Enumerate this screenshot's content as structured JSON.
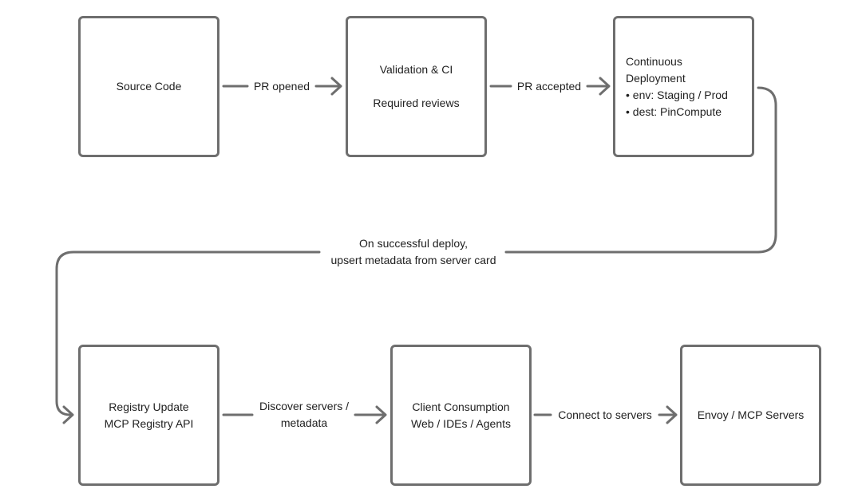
{
  "nodes": {
    "source_code": {
      "lines": [
        "Source Code"
      ]
    },
    "validation": {
      "line1": "Validation & CI",
      "line2": "Required reviews"
    },
    "deployment": {
      "title1": "Continuous",
      "title2": "Deployment",
      "bullets": [
        "env: Staging / Prod",
        "dest: PinCompute"
      ]
    },
    "registry": {
      "lines": [
        "Registry Update",
        "MCP Registry API"
      ]
    },
    "client": {
      "lines": [
        "Client Consumption",
        "Web / IDEs / Agents"
      ]
    },
    "envoy": {
      "lines": [
        "Envoy / MCP Servers"
      ]
    }
  },
  "edges": {
    "pr_opened": "PR opened",
    "pr_accepted": "PR accepted",
    "deploy_line1": "On successful deploy,",
    "deploy_line2": "upsert metadata from server card",
    "discover_line1": "Discover servers /",
    "discover_line2": "metadata",
    "connect": "Connect to servers"
  },
  "colors": {
    "stroke": "#6e6e6e",
    "text": "#1f1f1f",
    "background": "#ffffff"
  }
}
